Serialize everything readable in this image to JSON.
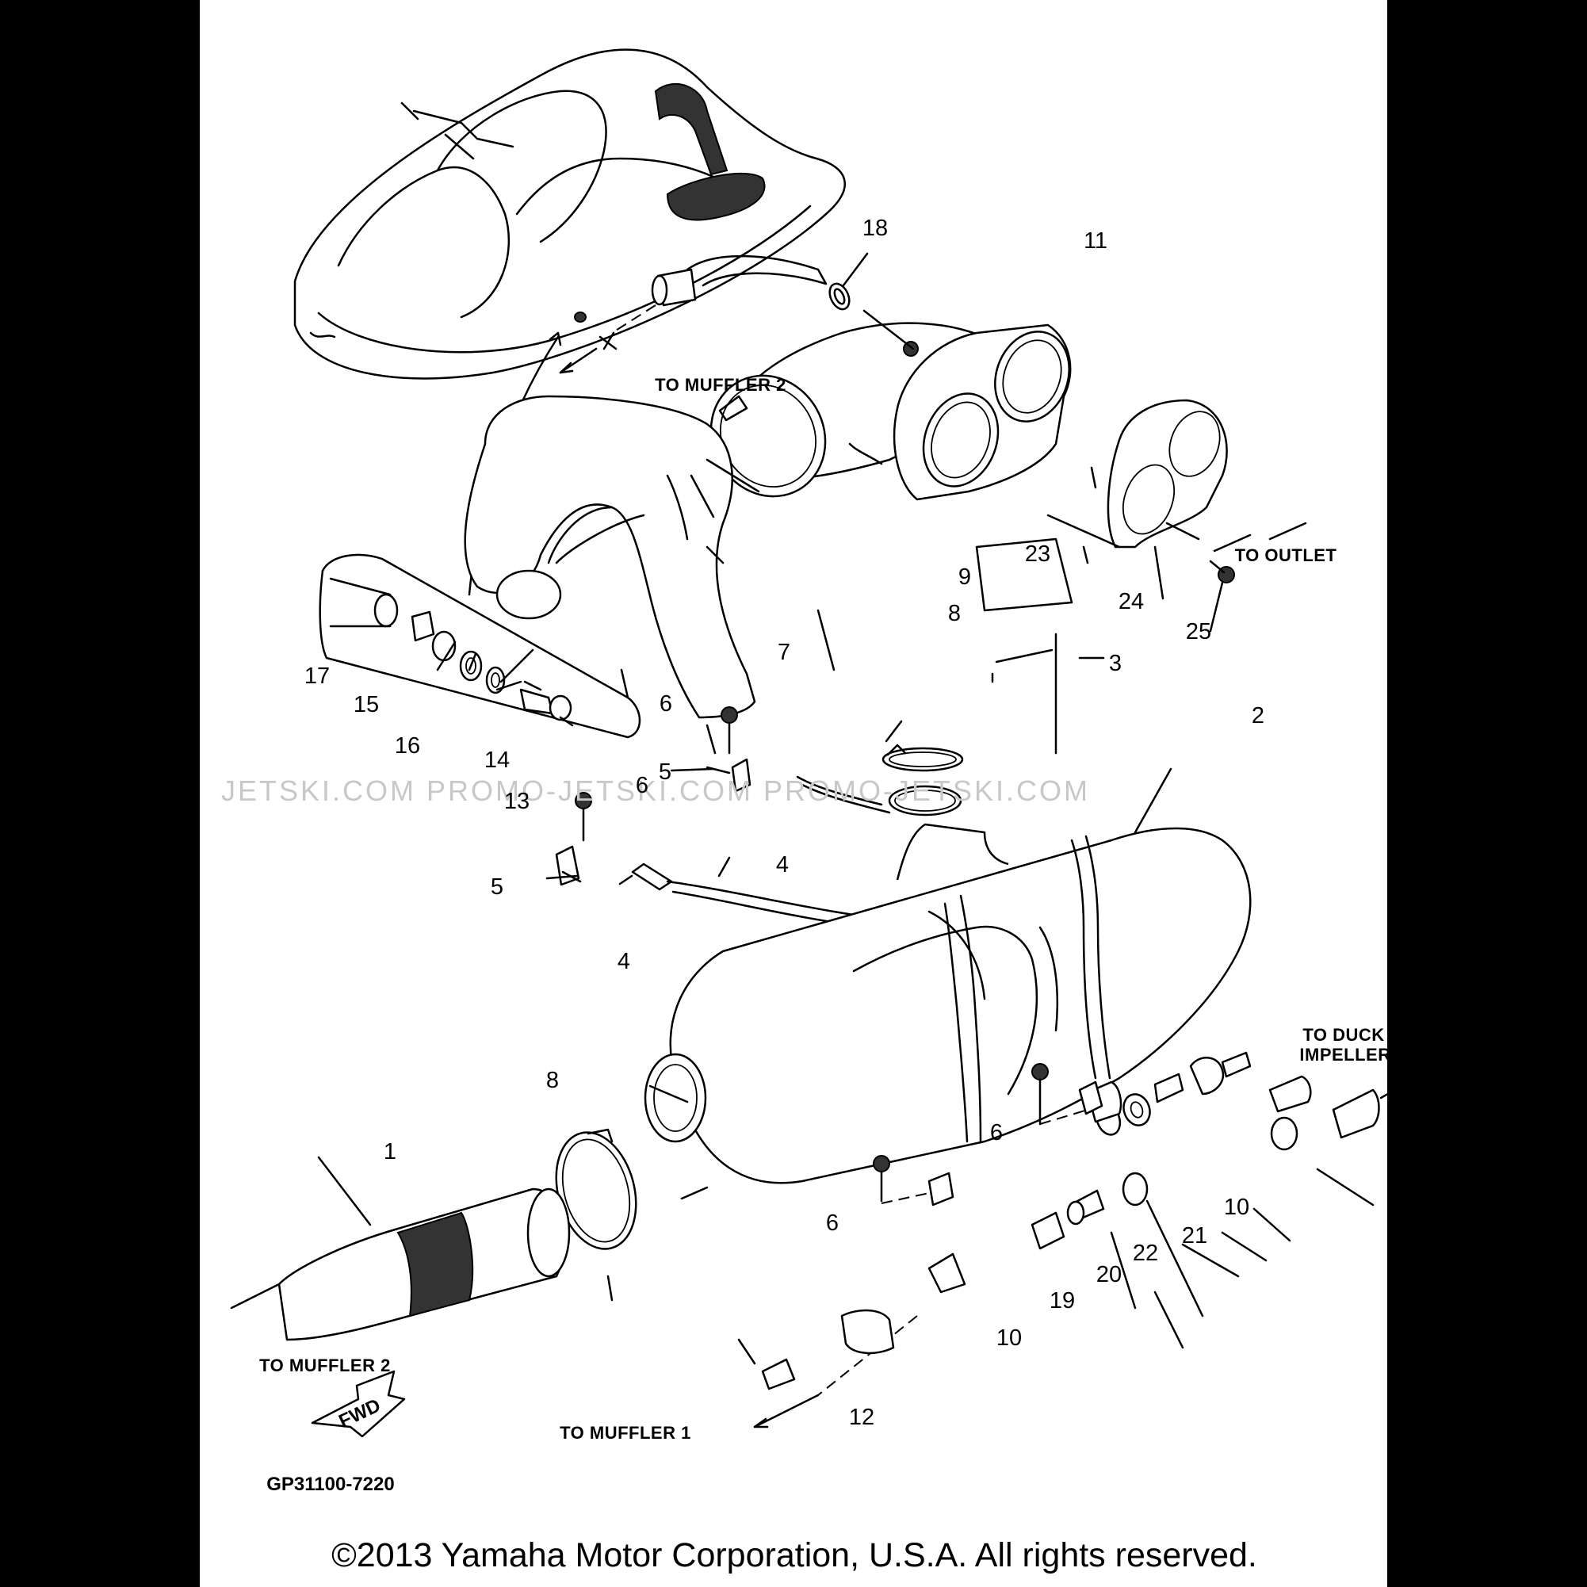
{
  "diagram": {
    "part_callouts": {
      "n1": "1",
      "n2": "2",
      "n3": "3",
      "n4a": "4",
      "n4b": "4",
      "n5a": "5",
      "n5b": "5",
      "n6a": "6",
      "n6b": "6",
      "n6c": "6",
      "n6d": "6",
      "n7": "7",
      "n8a": "8",
      "n8b": "8",
      "n9": "9",
      "n10a": "10",
      "n10b": "10",
      "n11": "11",
      "n12": "12",
      "n13": "13",
      "n14": "14",
      "n15": "15",
      "n16": "16",
      "n17": "17",
      "n18": "18",
      "n19": "19",
      "n20": "20",
      "n21": "21",
      "n22": "22",
      "n23": "23",
      "n24": "24",
      "n25": "25"
    },
    "directions": {
      "to_muffler_2_top": "TO MUFFLER 2",
      "to_muffler_2_bottom": "TO MUFFLER 2",
      "to_muffler_1": "TO MUFFLER 1",
      "to_outlet": "TO OUTLET",
      "to_duck_line1": "TO DUCK",
      "to_duck_line2": "IMPELLER",
      "fwd": "FWD"
    },
    "diagram_code": "GP31100-7220",
    "watermark": "JETSKI.COM   PROMO-JETSKI.COM   PROMO-JETSKI.COM",
    "copyright": "©2013 Yamaha Motor Corporation, U.S.A. All rights reserved."
  }
}
